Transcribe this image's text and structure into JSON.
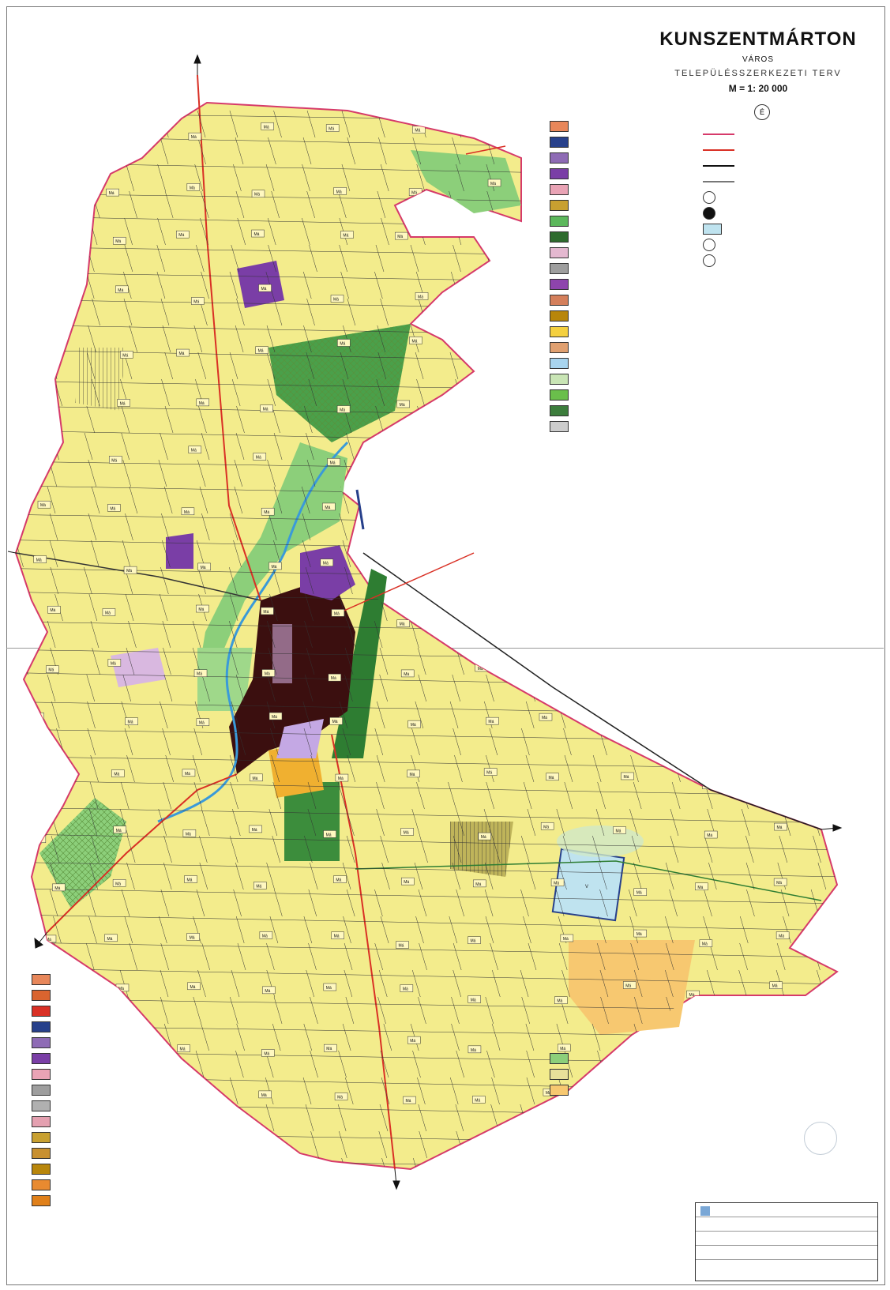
{
  "title": {
    "main": "KUNSZENTMÁRTON",
    "sub": "VÁROS",
    "plan": "TELEPÜLÉSSZERKEZETI TERV",
    "scale": "M = 1: 20 000"
  },
  "compass_label": "É",
  "parcel_label": "Má",
  "lake_label": "V",
  "colors": {
    "agri": "#f3ec8c",
    "agri_dark": "#d8d060",
    "forest": "#2e7d32",
    "green": "#7cc46a",
    "water": "#bfe3ef",
    "urban_dark": "#3b0f0f",
    "urban_purple": "#7a3ea6",
    "road": "#d93025",
    "orange": "#f7c870"
  },
  "legend_top_right": {
    "header": "",
    "swatches": [
      "#e8875a",
      "#27408b",
      "#8e6bb5",
      "#7a3ea6",
      "#e9a3b5",
      "#c8a030",
      "#5cb85c",
      "#2e6b2e",
      "#e4b8d0",
      "#9e9e9e",
      "#8e44ad",
      "#d47f5b",
      "#b8860b",
      "#f4d03f",
      "#e0a070",
      "#a8d4ee",
      "#c9e5b5",
      "#6abf4b",
      "#3c7d3c",
      "#cccccc"
    ]
  },
  "legend_bottom_left": {
    "swatches": [
      "#e8875a",
      "#d9642f",
      "#d93025",
      "#27408b",
      "#8e6bb5",
      "#7a3ea6",
      "#e9a3b5",
      "#9e9e9e",
      "#b0b0b0",
      "#e4a0b0",
      "#c8a030",
      "#c89030",
      "#b8860b",
      "#e88a30",
      "#e0801a"
    ]
  },
  "title_block": {
    "rows": [
      "",
      "",
      "",
      "",
      ""
    ]
  },
  "footer": ""
}
